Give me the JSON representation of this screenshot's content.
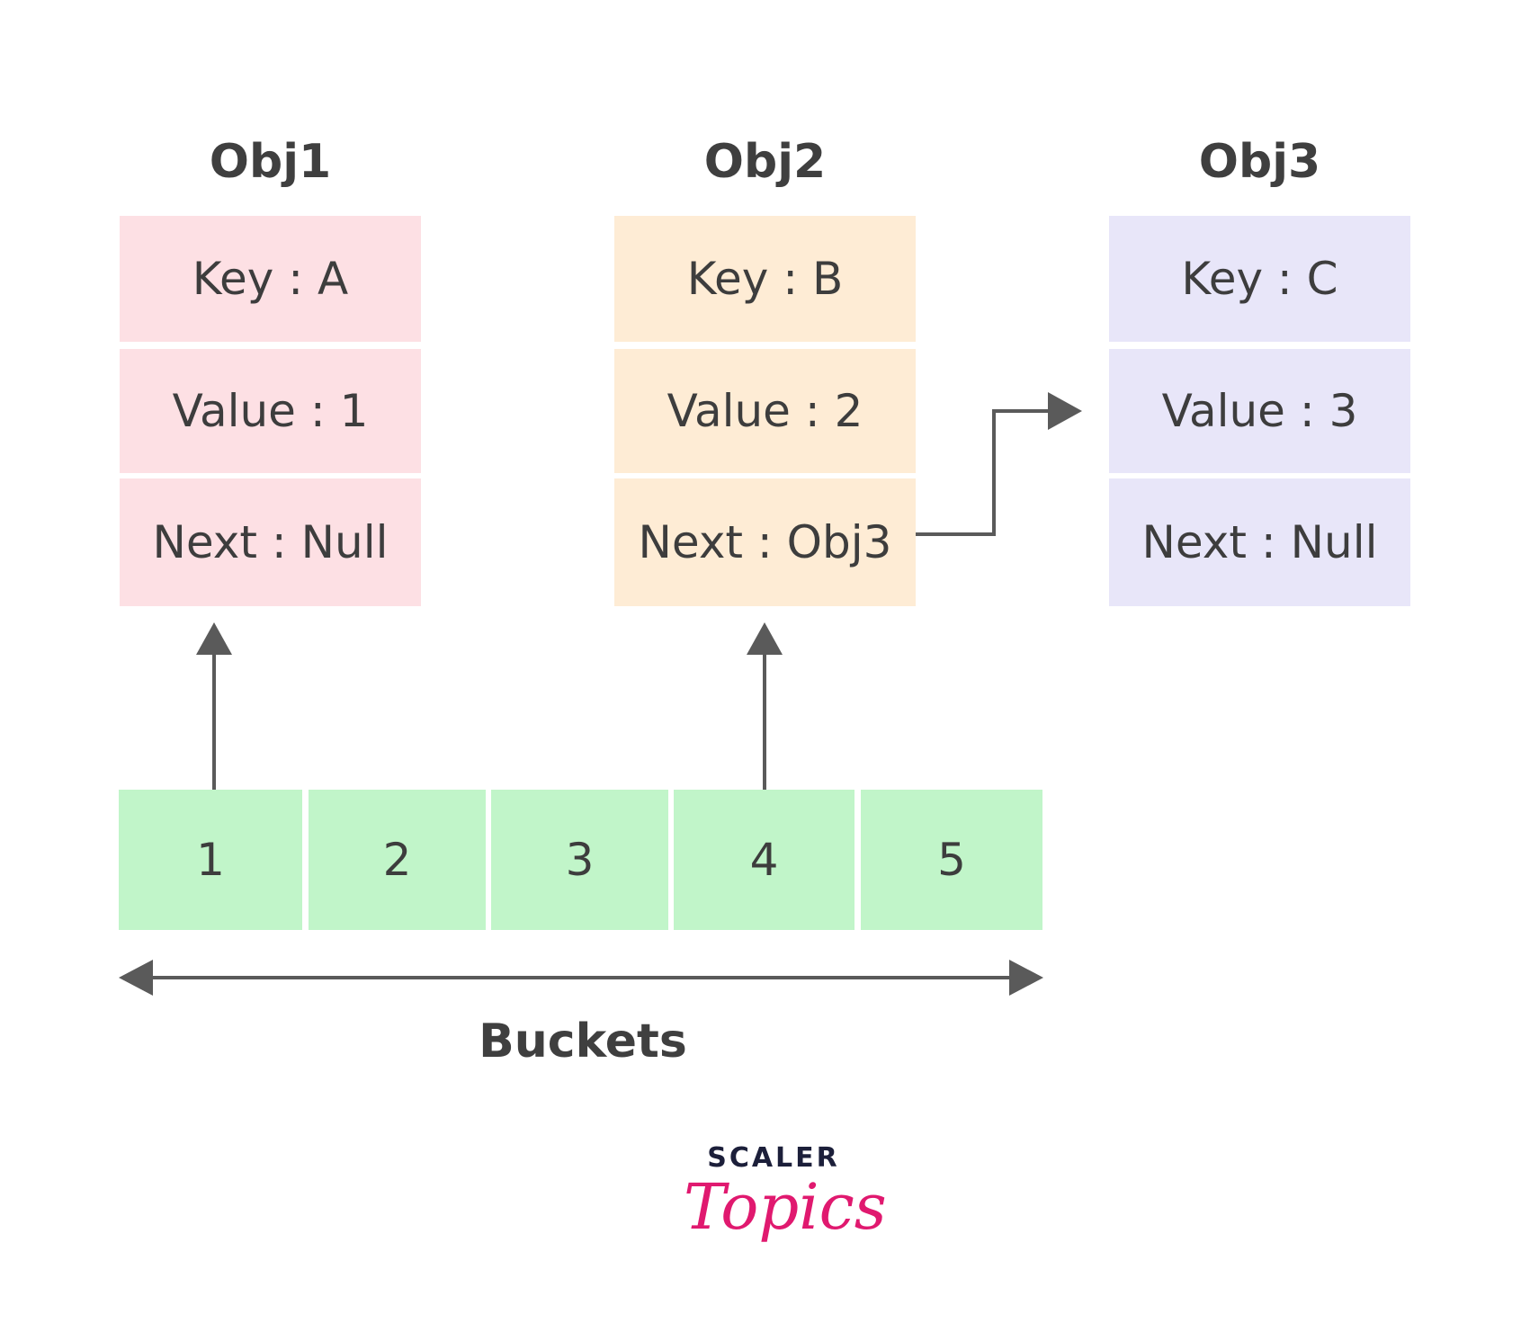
{
  "objects": [
    {
      "title": "Obj1",
      "key": "Key : A",
      "value": "Value : 1",
      "next": "Next : Null",
      "color": "#fde0e4"
    },
    {
      "title": "Obj2",
      "key": "Key : B",
      "value": "Value : 2",
      "next": "Next : Obj3",
      "color": "#feecd5"
    },
    {
      "title": "Obj3",
      "key": "Key : C",
      "value": "Value : 3",
      "next": "Next : Null",
      "color": "#e8e6f9"
    }
  ],
  "buckets": [
    "1",
    "2",
    "3",
    "4",
    "5"
  ],
  "buckets_label": "Buckets",
  "bucket_color": "#c1f5c9",
  "arrow_color": "#5a5a5a",
  "logo": {
    "top": "SCALER",
    "script": "Topics",
    "script_color": "#e0196f"
  }
}
